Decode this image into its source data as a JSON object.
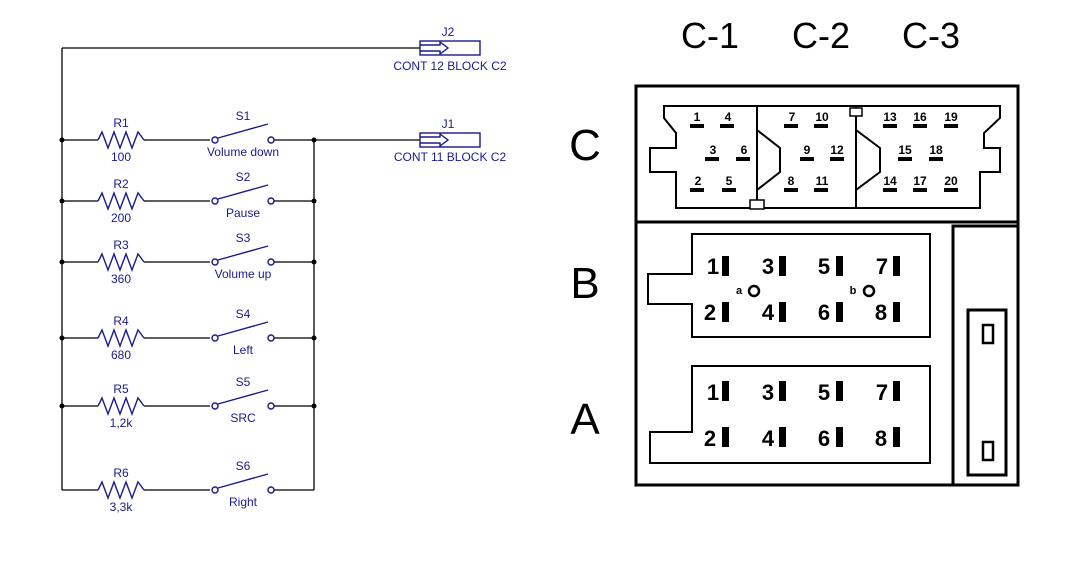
{
  "schematic": {
    "j2": {
      "ref": "J2",
      "desc": "CONT 12 BLOCK C2"
    },
    "j1": {
      "ref": "J1",
      "desc": "CONT 11 BLOCK C2"
    },
    "rows": [
      {
        "r": "R1",
        "rv": "100",
        "s": "S1",
        "sl": "Volume down"
      },
      {
        "r": "R2",
        "rv": "200",
        "s": "S2",
        "sl": "Pause"
      },
      {
        "r": "R3",
        "rv": "360",
        "s": "S3",
        "sl": "Volume up"
      },
      {
        "r": "R4",
        "rv": "680",
        "s": "S4",
        "sl": "Left"
      },
      {
        "r": "R5",
        "rv": "1,2k",
        "s": "S5",
        "sl": "SRC"
      },
      {
        "r": "R6",
        "rv": "3,3k",
        "s": "S6",
        "sl": "Right"
      }
    ]
  },
  "connector": {
    "headers": [
      "C-1",
      "C-2",
      "C-3"
    ],
    "blocks": {
      "c": "C",
      "b": "B",
      "a": "A"
    },
    "c_pins": [
      "1",
      "4",
      "3",
      "6",
      "2",
      "5",
      "7",
      "10",
      "9",
      "12",
      "8",
      "11",
      "13",
      "16",
      "19",
      "15",
      "18",
      "14",
      "17",
      "20"
    ],
    "b_pins": [
      "1",
      "3",
      "5",
      "7",
      "2",
      "4",
      "6",
      "8"
    ],
    "b_marks": [
      "a",
      "b"
    ],
    "a_pins": [
      "1",
      "3",
      "5",
      "7",
      "2",
      "4",
      "6",
      "8"
    ]
  }
}
